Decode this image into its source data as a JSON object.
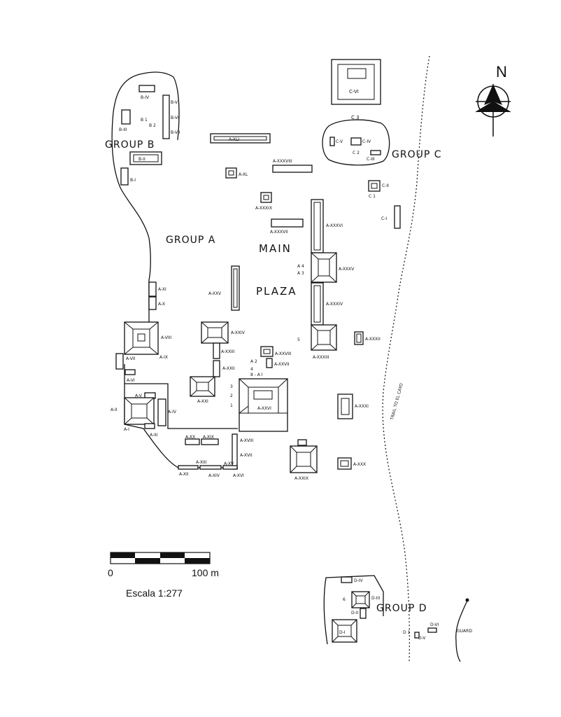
{
  "groups": {
    "a": "GROUP  A",
    "b": "GROUP  B",
    "c": "GROUP  C",
    "d": "GROUP  D"
  },
  "plaza": {
    "main": "MAIN",
    "plaza": "PLAZA"
  },
  "north": "N",
  "scale": {
    "zero": "0",
    "end": "100 m",
    "caption": "Escala 1:277"
  },
  "trail": "TRAIL   TO   EL  CAYO",
  "road_label": "GUARD",
  "labels": {
    "c_vi": "C-VI",
    "c_3": "C 3",
    "c_v": "C-V",
    "c_iv": "C-IV",
    "c_2": "C 2",
    "c_iii": "C-III",
    "c_ii": "C-II",
    "c_1": "C 1",
    "c_i": "C-I",
    "b_iv": "B-IV",
    "b_v": "B-V",
    "b_vi": "B-VI",
    "b_vii": "B-VII",
    "b_iii": "B-III",
    "b_1": "B 1",
    "b_2": "B 2",
    "b_ii": "B-II",
    "b_i": "B-I",
    "a_xli": "A-XLI",
    "a_xxxviii": "A-XXXVIII",
    "a_xl": "A-XL",
    "a_xxxix": "A-XXXIX",
    "a_xxxvi": "A-XXXVI",
    "a_xxxvii": "A-XXXVII",
    "a_4": "A 4",
    "a_3": "A 3",
    "a_xxxv": "A-XXXV",
    "a_xxv": "A-XXV",
    "a_xxxiv": "A-XXXIV",
    "a_xi": "A-XI",
    "a_x": "A-X",
    "a_viii": "A-VIII",
    "a_xxiv": "A-XXIV",
    "a_xxiii": "A-XXIII",
    "a_5": "5",
    "a_xxxii": "A-XXXII",
    "a_xxxiii": "A-XXXIII",
    "a_xxviii": "A-XXVIII",
    "a_xxvii": "A-XXVII",
    "a_xxii": "A-XXII",
    "a_ix": "A-IX",
    "a_vii": "A-VII",
    "a_vi": "A-VI",
    "a_2": "A 2",
    "a_4b": "4",
    "a_8_a1": "8 - A I",
    "a_xxi": "A-XXI",
    "a_xxvi": "A-XXVI",
    "a_31": "3",
    "a_21": "2",
    "a_11": "1",
    "a_v": "A-V",
    "a_iv": "A-IV",
    "a_ii": "A-II",
    "a_i": "A-I",
    "a_iii": "A-III",
    "a_xxxi": "A-XXXI",
    "a_xx": "A-XX",
    "a_xix": "A-XIX",
    "a_xviii": "A-XVIII",
    "a_xvii": "A-XVII",
    "a_xiii": "A-XIII",
    "a_xv": "A-XV",
    "a_xii": "A-XII",
    "a_xiv": "A-XIV",
    "a_xvi": "A-XVI",
    "a_xxix": "A-XXIX",
    "a_xxx": "A-XXX",
    "d_iv": "D-IV",
    "d_iii": "D-III",
    "d_6": "6",
    "d_ii": "D-II",
    "d_i": "D-I",
    "d_vi": "D-VI",
    "d_v": "D-V",
    "d_1": "D 1"
  }
}
